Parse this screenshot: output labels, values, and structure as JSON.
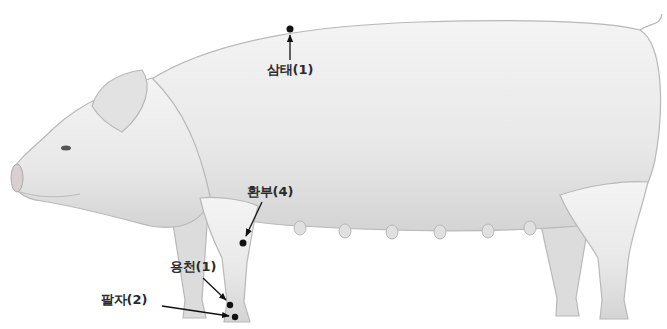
{
  "diagram": {
    "labels": [
      "삼태(1)",
      "환부(4)",
      "용천(1)",
      "팔자(2)"
    ]
  }
}
